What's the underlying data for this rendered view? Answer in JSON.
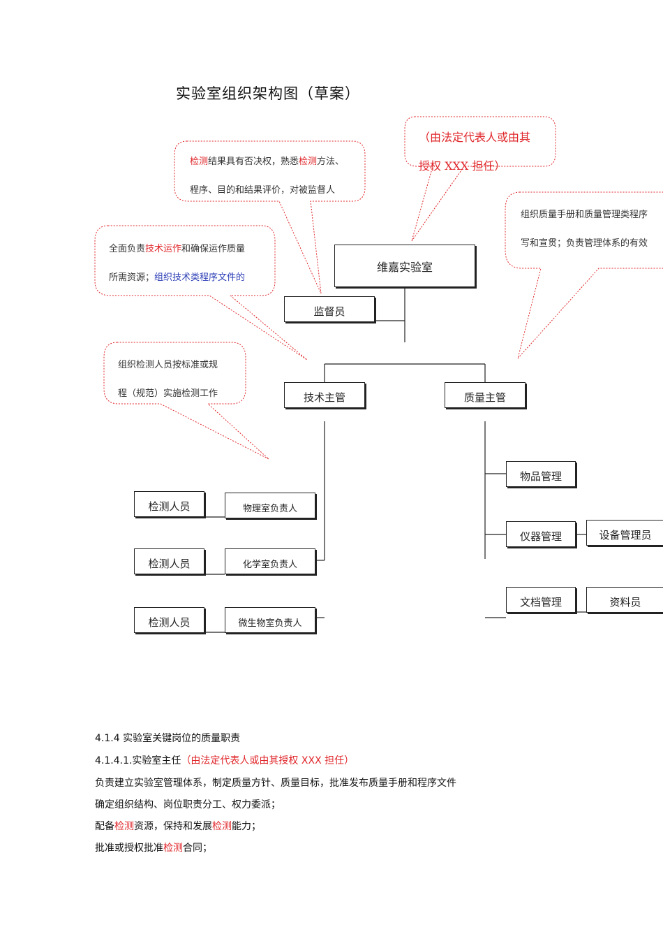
{
  "title": "实验室组织架构图（草案）",
  "nodes": {
    "lab": "维嘉实验室",
    "supervisor": "监督员",
    "tech_manager": "技术主管",
    "quality_manager": "质量主管",
    "physics_head": "物理室负责人",
    "chemistry_head": "化学室负责人",
    "micro_head": "微生物室负责人",
    "tester_1": "检测人员",
    "tester_2": "检测人员",
    "tester_3": "检测人员",
    "goods_mgmt": "物品管理",
    "instrument_mgmt": "仪器管理",
    "equipment_admin": "设备管理员",
    "document_mgmt": "文档管理",
    "archivist": "资料员"
  },
  "callouts": {
    "lab": {
      "line1": "（由法定代表人或由其",
      "line2": "授权 XXX 担任）"
    },
    "supervisor": {
      "l1_red": "检测",
      "l1_a": "结果具有否决权，熟悉",
      "l1_red2": "检测",
      "l1_b": "方法、",
      "line2": "程序、目的和结果评价，对被监督人"
    },
    "tech": {
      "l1_a": "全面负责",
      "l1_red": "技术运作",
      "l1_b": "和确保运作质量",
      "l2_a": "所需资源；",
      "l2_blue": "组织技术类程序文件的"
    },
    "quality": {
      "line1": "组织质量手册和质量管理类程序",
      "line2": "写和宣贯；负责管理体系的有效"
    },
    "tester": {
      "line1": "组织检测人员按标准或规",
      "line2": "程（规范）实施检测工作"
    }
  },
  "text": {
    "section": "4.1.4 实验室关键岗位的质量职责",
    "sub_a": "4.1.4.1.实验室主任",
    "sub_red": "（由法定代表人或由其授权 XXX 担任）",
    "p1": "负责建立实验室管理体系，制定质量方针、质量目标，批准发布质量手册和程序文件",
    "p2": "确定组织结构、岗位职责分工、权力委派；",
    "p3_a": "配备",
    "p3_red1": "检测",
    "p3_b": "资源，保持和发展",
    "p3_red2": "检测",
    "p3_c": "能力；",
    "p4_a": "批准或授权批准",
    "p4_red": "检测",
    "p4_b": "合同；"
  },
  "colors": {
    "accent_red": "#e0262a",
    "accent_blue": "#2a3cb5"
  }
}
